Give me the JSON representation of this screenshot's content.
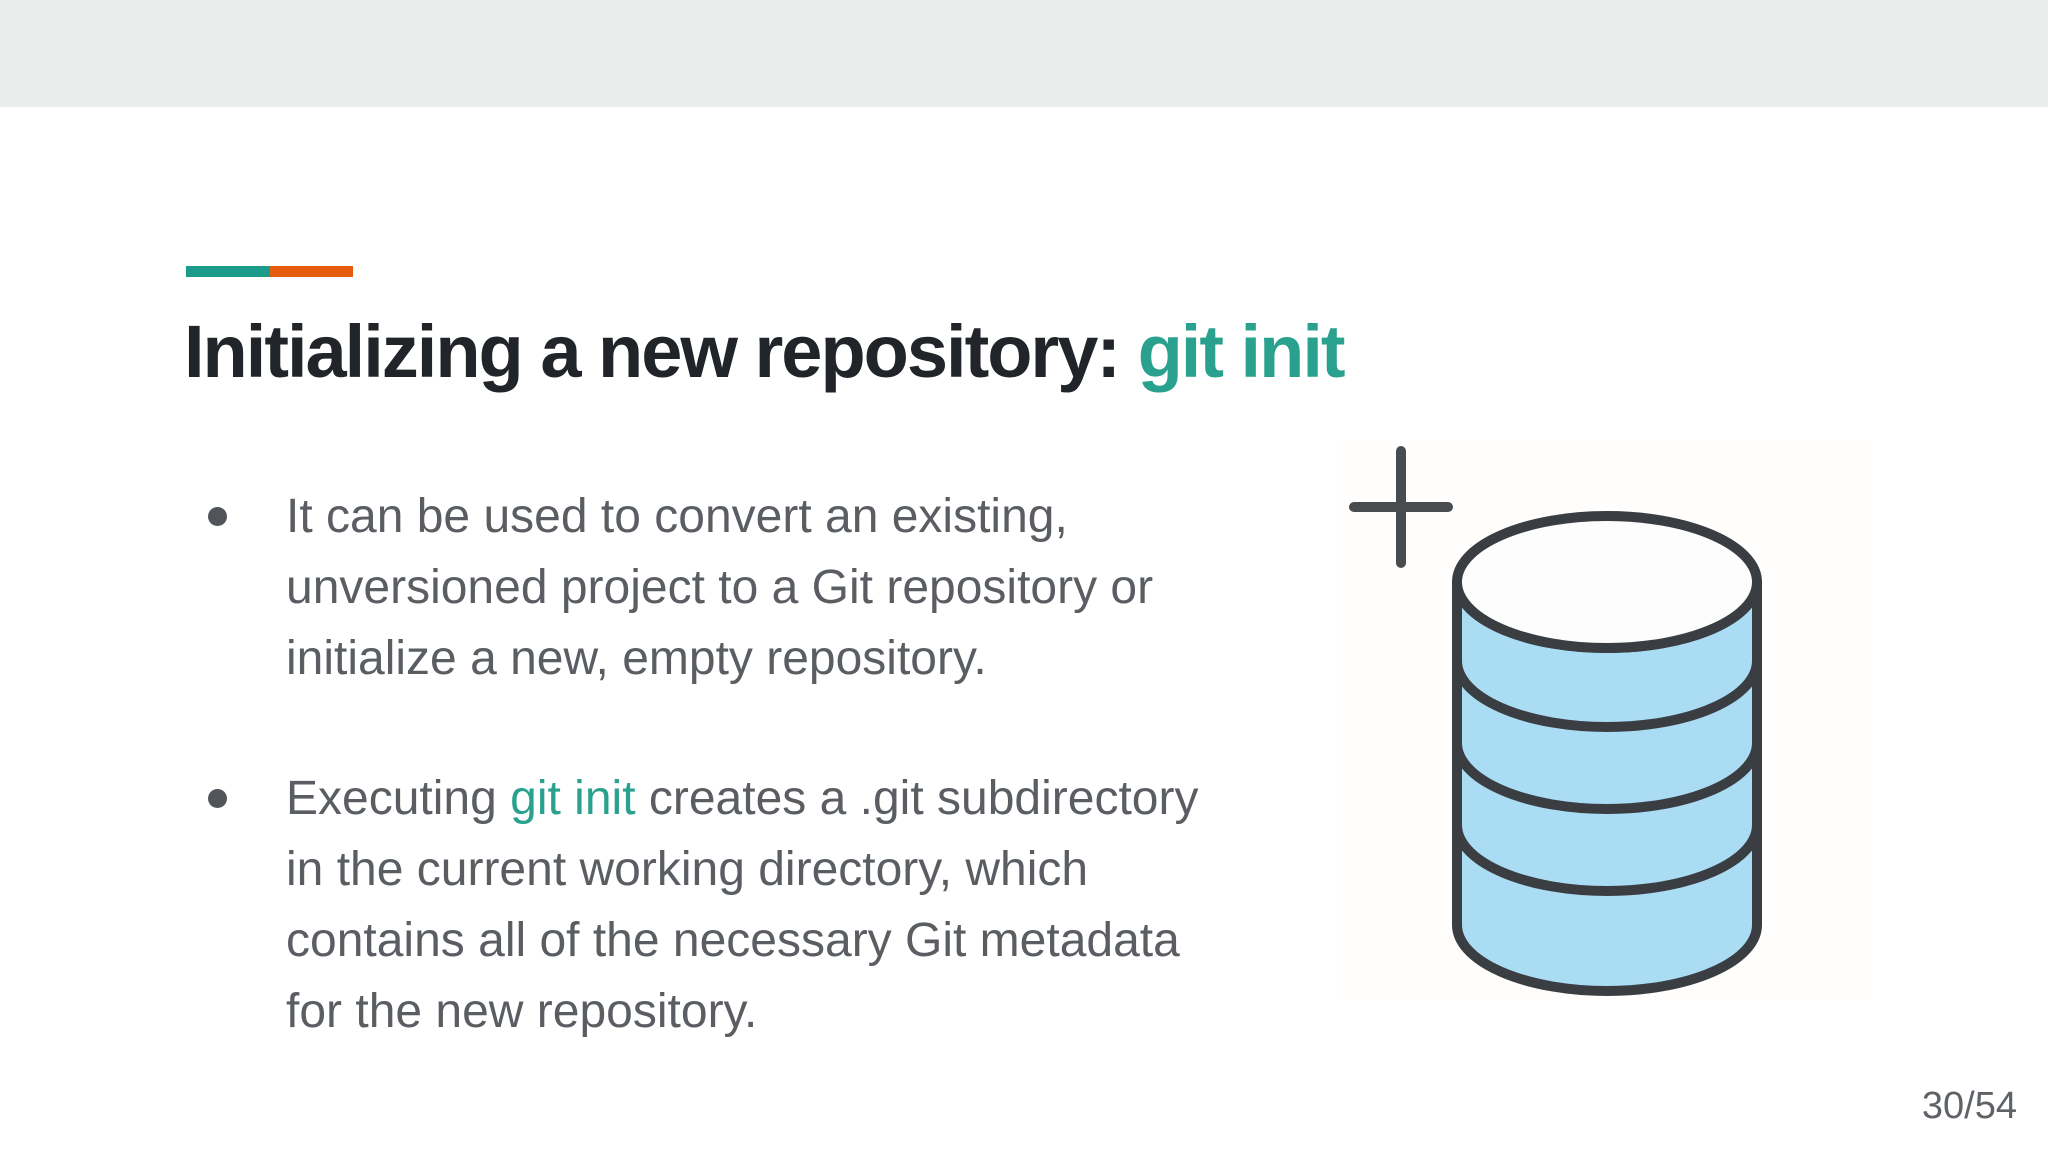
{
  "slide": {
    "title": {
      "prefix": "Initializing a new repository: ",
      "keyword": "git init"
    },
    "bullets": [
      {
        "text": "It can be used to convert an existing,\nunversioned project to a Git repository or\ninitialize a new, empty repository."
      },
      {
        "prefix": "Executing ",
        "keyword": "git init",
        "suffix": " creates a .git subdirectory\nin the current working directory, which\ncontains all of the necessary Git metadata\nfor the new repository."
      }
    ],
    "icon": "database-add-icon",
    "page_indicator": "30/54",
    "colors": {
      "top_band": "#e9edec",
      "background": "#ffffff",
      "title_text": "#212428",
      "accent_teal": "#1d9b8a",
      "accent_orange": "#e65c0e",
      "keyword_teal": "#2aa18e",
      "body_text": "#5a5e62",
      "bullet_dot": "#515459",
      "page_number": "#5f6368",
      "icon_outline": "#3a3e42",
      "icon_body_fill": "#aadcf4",
      "icon_top_fill": "#fdfdfd",
      "plus_icon": "#494c4f"
    }
  }
}
